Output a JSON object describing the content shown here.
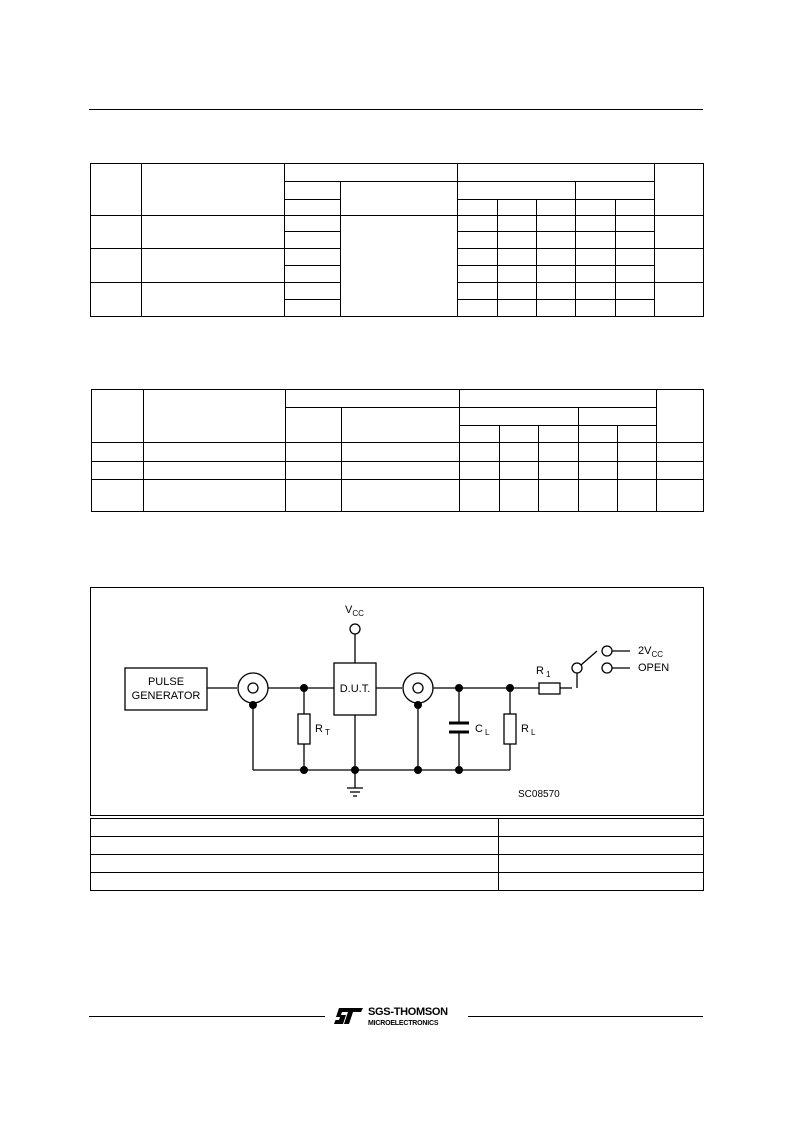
{
  "circuit": {
    "vcc": "V",
    "vcc_sub": "CC",
    "pulse_generator_line1": "PULSE",
    "pulse_generator_line2": "GENERATOR",
    "dut": "D.U.T.",
    "rt": "R",
    "rt_sub": "T",
    "cl": "C",
    "cl_sub": "L",
    "rl": "R",
    "rl_sub": "L",
    "r1": "R",
    "r1_sub": "1",
    "two_vcc": "2V",
    "two_vcc_sub": "CC",
    "open": "OPEN",
    "figure_code": "SC08570"
  },
  "footer": {
    "brand": "SGS-THOMSON",
    "brand_sub": "MICROELECTRONICS"
  }
}
